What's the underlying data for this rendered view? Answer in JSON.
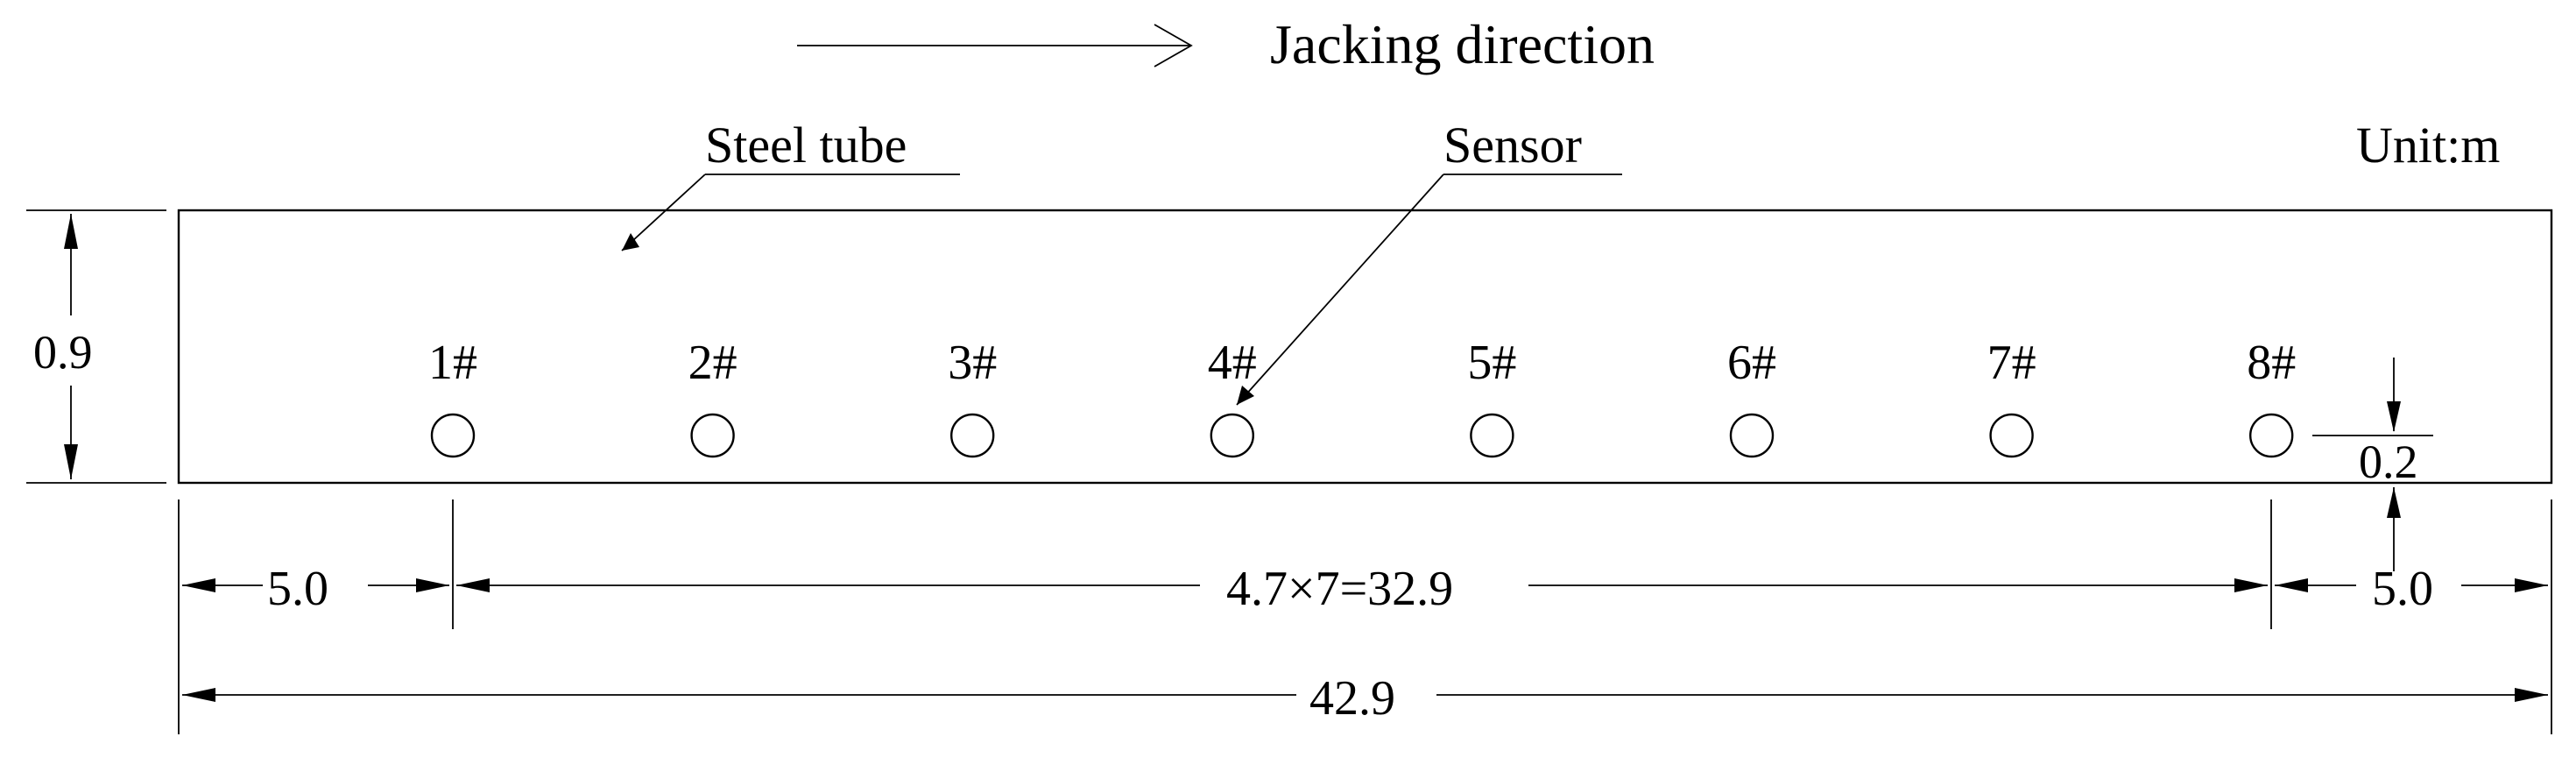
{
  "title": "Jacking direction",
  "unit_label": "Unit:m",
  "labels": {
    "steel_tube": "Steel tube",
    "sensor": "Sensor"
  },
  "sensors": [
    "1#",
    "2#",
    "3#",
    "4#",
    "5#",
    "6#",
    "7#",
    "8#"
  ],
  "dimensions": {
    "height": "0.9",
    "sensor_offset": "0.2",
    "left_end": "5.0",
    "spacing": "4.7×7=32.9",
    "right_end": "5.0",
    "total": "42.9"
  }
}
